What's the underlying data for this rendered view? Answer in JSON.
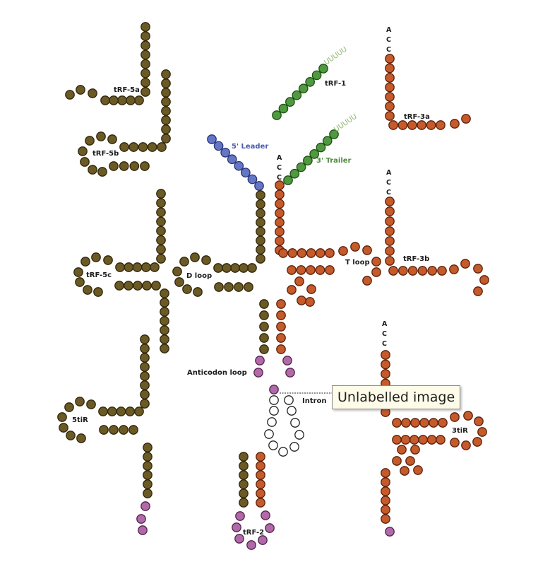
{
  "colors": {
    "olive": "#6b5a26",
    "olive_stroke": "#2f2608",
    "rust": "#c55a2b",
    "rust_stroke": "#5a200a",
    "green": "#4f9a3e",
    "green_stroke": "#1f4d14",
    "blue": "#6577c4",
    "blue_stroke": "#27337a",
    "pink": "#b16aa8",
    "pink_stroke": "#55204d",
    "intron": "#ffffff",
    "intron_stroke": "#222222",
    "utail": "#8cb46e"
  },
  "labels": {
    "trf5a": "tRF-5a",
    "trf5b": "tRF-5b",
    "trf5c": "tRF-5c",
    "tir5": "5tiR",
    "trf1": "tRF-1",
    "leader5": "5' Leader",
    "trailer3": "3' Trailer",
    "trf3a": "tRF-3a",
    "trf3b": "tRF-3b",
    "tir3": "3tiR",
    "dloop": "D loop",
    "tloop": "T loop",
    "anticodon": "Anticodon loop",
    "intron": "Intron",
    "trf2": "tRF-2",
    "u_tail": "UUUUU",
    "acc_a": "A",
    "acc_c": "C"
  },
  "tooltip": {
    "text": "Unlabelled image"
  }
}
